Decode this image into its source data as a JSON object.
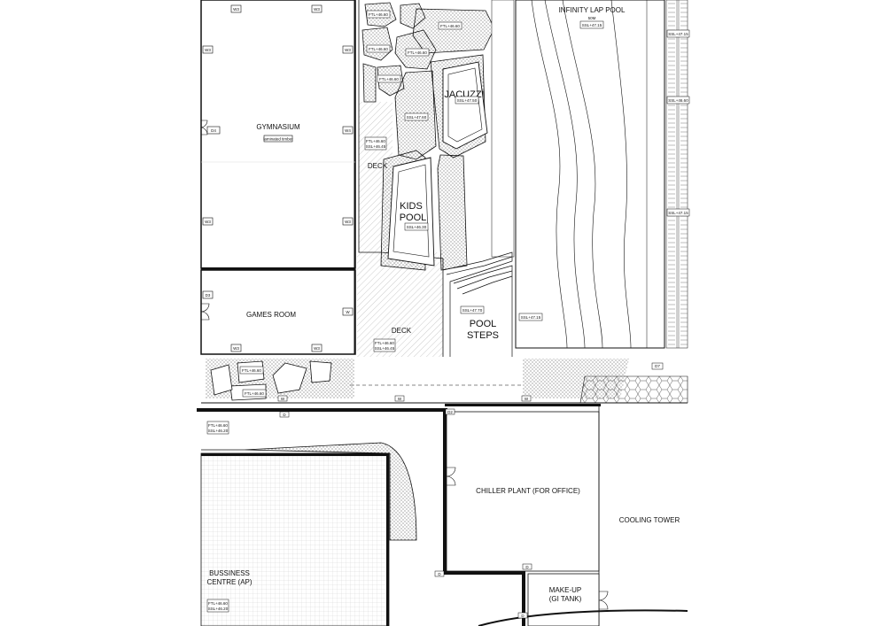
{
  "rooms": {
    "gymnasium": "GYMNASIUM",
    "gym_sub": "laminated timber",
    "games_room": "GAMES ROOM",
    "deck_upper": "DECK",
    "deck_lower": "DECK",
    "kids_pool_1": "KIDS",
    "kids_pool_2": "POOL",
    "jacuzzi": "JACUZZI",
    "pool_steps_1": "POOL",
    "pool_steps_2": "STEPS",
    "infinity_pool": "INFINITY LAP POOL",
    "infinity_len": "50M",
    "chiller_plant": "CHILLER PLANT (FOR OFFICE)",
    "cooling_tower": "COOLING TOWER",
    "business_1": "BUSSINESS",
    "business_2": "CENTRE (AP)",
    "makeup_1": "MAKE-UP",
    "makeup_2": "(GI TANK)"
  },
  "levels": {
    "ssl_4715_a": "SSL+47.15",
    "ssl_4715_b": "SSL+47.15",
    "ssl_4715_c": "SSL+47.15",
    "ssl_4715_d": "SSL+47.15",
    "ssl_4660": "SSL+46.60",
    "ssl_4750": "SSL+47.50",
    "ssl_4760": "SSL+47.60",
    "ssl_4630": "SSL+46.30",
    "ssl_4770": "SSL+47.70",
    "ftl_4660_a": "FTL+46.60",
    "ssl_4645_a": "SSL+46.45",
    "ftl_4660_b": "FTL+46.60",
    "ssl_4645_b": "SSL+46.45",
    "ftl_4660_c": "FTL+46.60",
    "ftl_4660_d": "FTL+46.60",
    "ftl_4660_e": "FTL+46.60",
    "ssl_4620_a": "SSL+46.20",
    "ftl_4660_f": "FTL+46.60",
    "ssl_4620_b": "SSL+46.20",
    "ftl_4660_g": "FTL+46.60",
    "ftl_4660_h": "FTL+46.60",
    "ftl_4660_i": "FTL+46.60",
    "ftl_4660_j": "FTL+46.60",
    "ftl_4660_k": "FTL+46.60",
    "ftl_4660_l": "FTL+46.60",
    "ssl_4767": "SSL+47.67"
  },
  "tags": {
    "w": "W",
    "w3": "W3",
    "w4": "W4",
    "d": "D",
    "d2": "D2",
    "d3": "D3",
    "d4": "D4",
    "d7": "D7"
  }
}
